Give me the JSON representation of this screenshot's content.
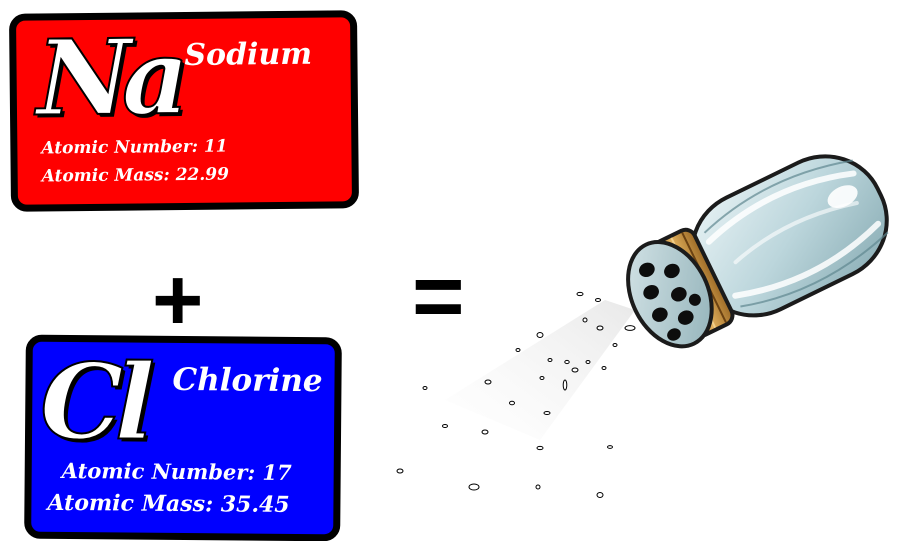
{
  "sodium": {
    "symbol": "Na",
    "name": "Sodium",
    "atomic_number_text": "Atomic Number: 11",
    "atomic_mass_text": "Atomic Mass: 22.99",
    "color": "#ff0000"
  },
  "chlorine": {
    "symbol": "Cl",
    "name": "Chlorine",
    "atomic_number_text": "Atomic Number: 17",
    "atomic_mass_text": "Atomic Mass: 35.45",
    "color": "#0000ff"
  },
  "operators": {
    "plus": "+",
    "equals": "="
  },
  "icons": {
    "result": "salt-shaker-icon"
  }
}
